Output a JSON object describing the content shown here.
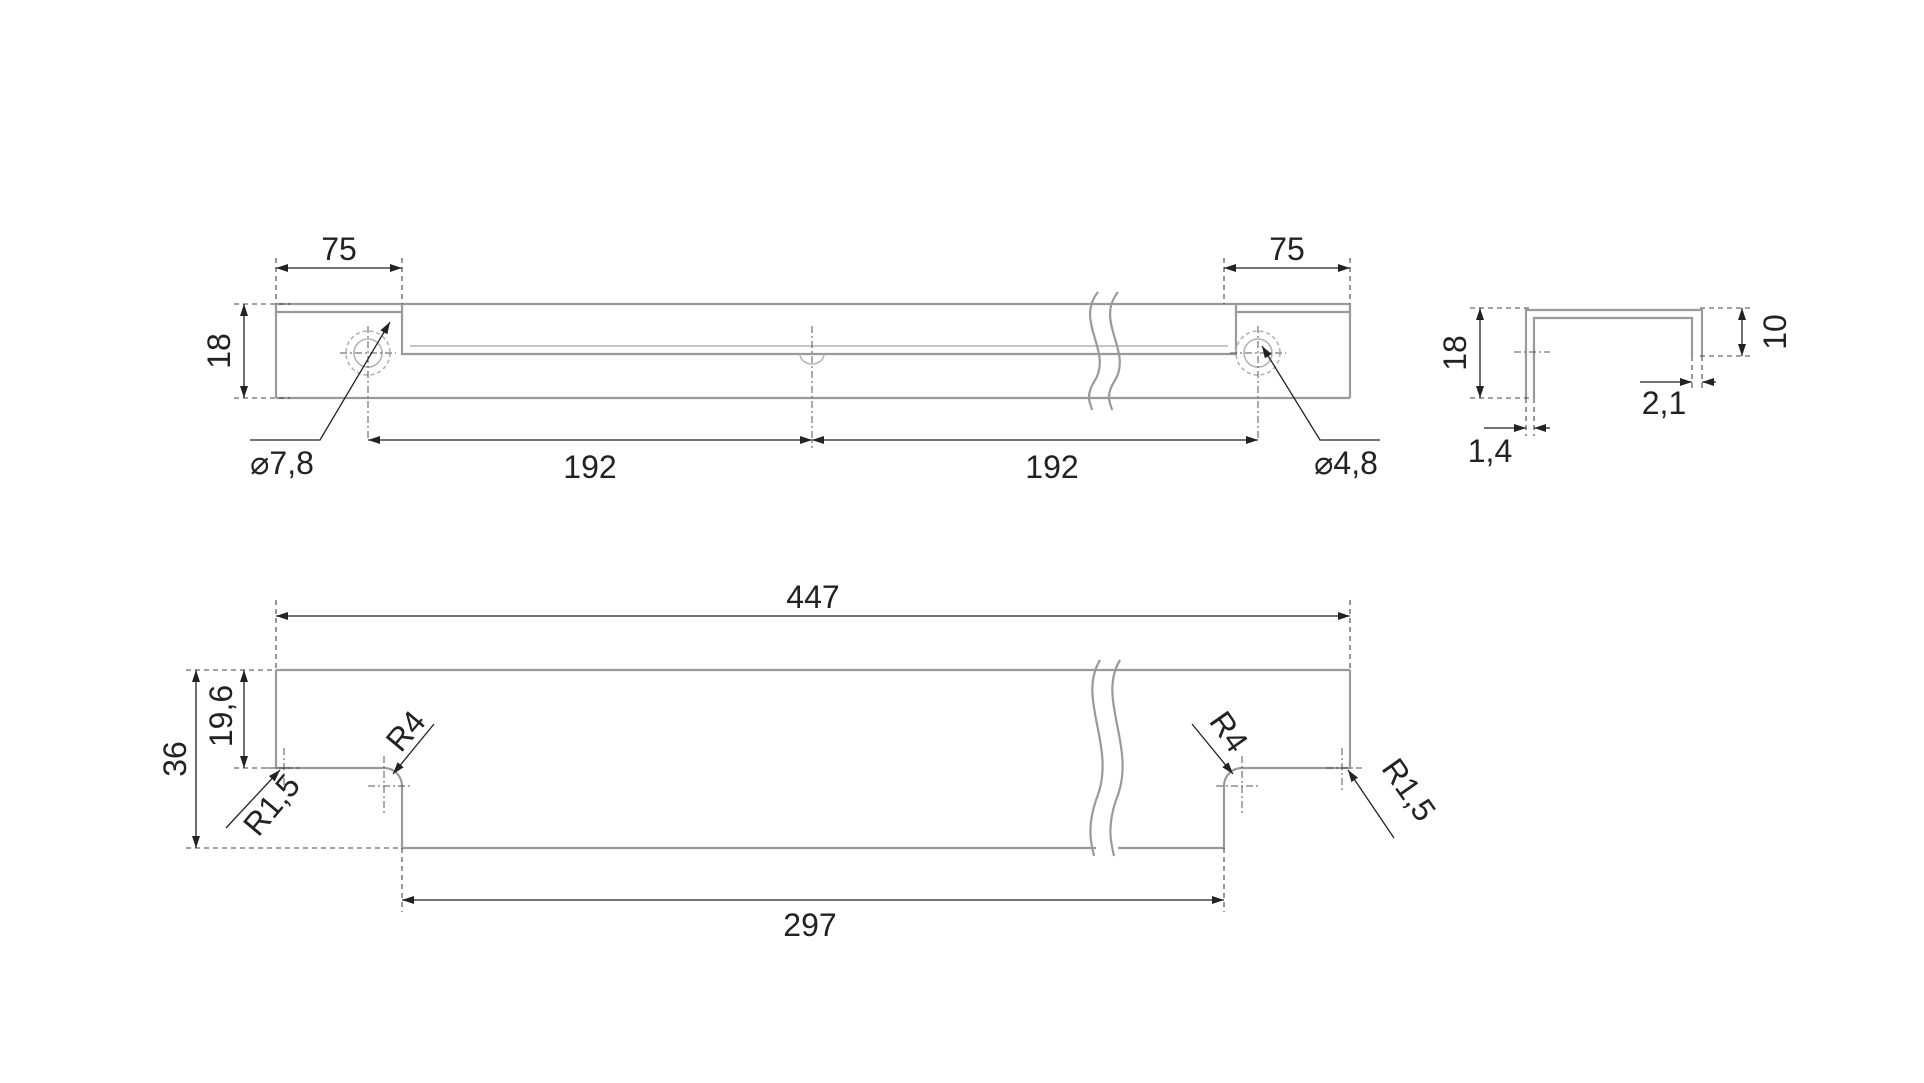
{
  "colors": {
    "outline": "#9a9a9a",
    "dimension": "#222222",
    "background": "#ffffff"
  },
  "dimensions": {
    "top_left_75": "75",
    "top_right_75": "75",
    "top_height_18": "18",
    "hole_left_diameter": "⌀7,8",
    "hole_spacing_left": "192",
    "hole_spacing_right": "192",
    "hole_right_diameter": "⌀4,8",
    "side_height_18": "18",
    "side_height_10": "10",
    "side_thickness_2_1": "2,1",
    "side_thickness_1_4": "1,4",
    "overall_length": "447",
    "overall_height": "36",
    "upper_height": "19,6",
    "radius_left_r4": "R4",
    "radius_left_r1_5": "R1,5",
    "radius_right_r4": "R4",
    "radius_right_r1_5": "R1,5",
    "bottom_length": "297"
  }
}
